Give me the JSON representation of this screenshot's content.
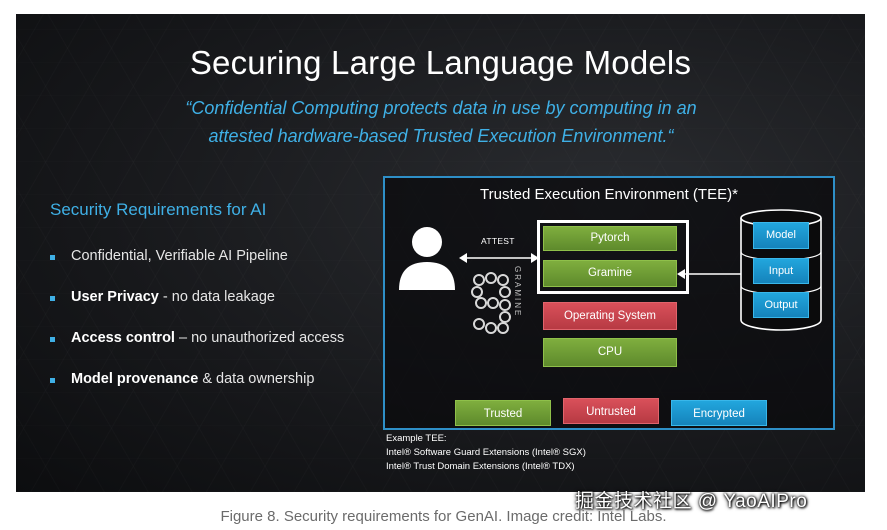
{
  "title": "Securing Large Language Models",
  "quote": "“Confidential Computing protects data in use by computing in an attested hardware-based Trusted Execution Environment.“",
  "requirements": {
    "heading": "Security Requirements for AI",
    "items": [
      {
        "bold": "",
        "text": "Confidential, Verifiable AI Pipeline"
      },
      {
        "bold": "User Privacy",
        "text": " - no data leakage"
      },
      {
        "bold": "Access control",
        "text": " – no unauthorized access"
      },
      {
        "bold": "Model provenance",
        "text": " & data ownership"
      }
    ]
  },
  "tee": {
    "title": "Trusted  Execution Environment (TEE)*",
    "attest": "ATTEST",
    "gramine_logo_text": "GRAMINE",
    "layers": {
      "pytorch": "Pytorch",
      "gramine": "Gramine",
      "os": "Operating System",
      "cpu": "CPU"
    },
    "storage": [
      "Model",
      "Input",
      "Output"
    ],
    "legend": {
      "trusted": "Trusted",
      "untrusted": "Untrusted",
      "encrypted": "Encrypted"
    }
  },
  "example": {
    "heading": "Example TEE:",
    "lines": [
      "Intel® Software Guard Extensions (Intel® SGX)",
      "Intel® Trust Domain Extensions (Intel® TDX)"
    ]
  },
  "watermark": "掘金技术社区 @ YaoAIPro",
  "caption": "Figure 8. Security requirements for GenAI. Image credit: Intel Labs.",
  "colors": {
    "trusted": "#6f9e36",
    "untrusted": "#c9444d",
    "encrypted": "#1c96cf",
    "accent": "#3fb0e6"
  }
}
